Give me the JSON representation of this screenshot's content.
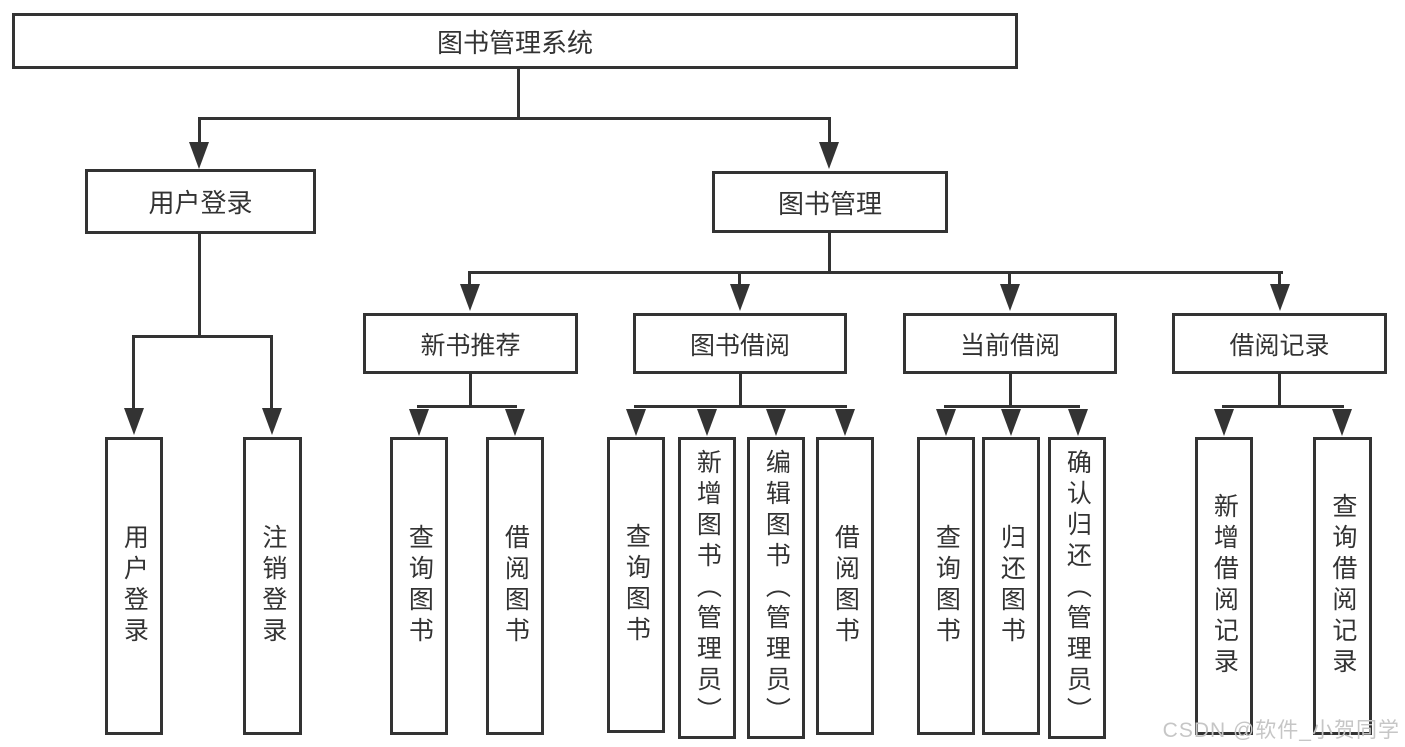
{
  "colors": {
    "line": "#333333",
    "box_border": "#333333",
    "text": "#333333",
    "background": "#ffffff",
    "watermark_text_color": "#c6c6c6"
  },
  "watermark": "CSDN @软件_小贺同学",
  "tree": {
    "label": "图书管理系统",
    "children": [
      {
        "label": "用户登录",
        "children": [
          {
            "label": "用户登录"
          },
          {
            "label": "注销登录"
          }
        ]
      },
      {
        "label": "图书管理",
        "children": [
          {
            "label": "新书推荐",
            "children": [
              {
                "label": "查询图书"
              },
              {
                "label": "借阅图书"
              }
            ]
          },
          {
            "label": "图书借阅",
            "children": [
              {
                "label": "查询图书"
              },
              {
                "label": "新增图书（管理员）"
              },
              {
                "label": "编辑图书（管理员）"
              },
              {
                "label": "借阅图书"
              }
            ]
          },
          {
            "label": "当前借阅",
            "children": [
              {
                "label": "查询图书"
              },
              {
                "label": "归还图书"
              },
              {
                "label": "确认归还（管理员）"
              }
            ]
          },
          {
            "label": "借阅记录",
            "children": [
              {
                "label": "新增借阅记录"
              },
              {
                "label": "查询借阅记录"
              }
            ]
          }
        ]
      }
    ]
  }
}
